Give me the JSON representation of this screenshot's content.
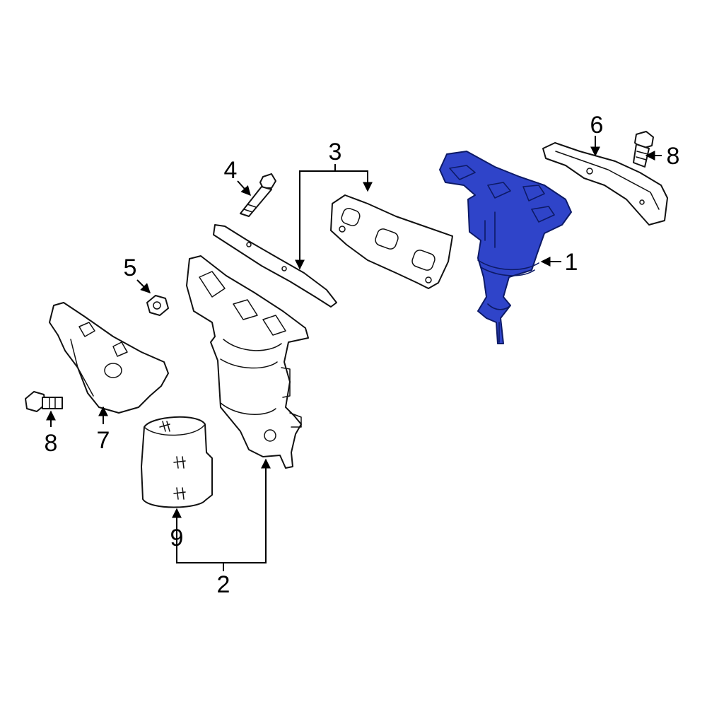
{
  "callouts": {
    "c1": "1",
    "c2": "2",
    "c3": "3",
    "c4": "4",
    "c5": "5",
    "c6": "6",
    "c7": "7",
    "c8_left": "8",
    "c8_right": "8",
    "c9": "9"
  },
  "colors": {
    "highlight": "#2f44c9",
    "line": "#111111",
    "background": "#ffffff"
  }
}
